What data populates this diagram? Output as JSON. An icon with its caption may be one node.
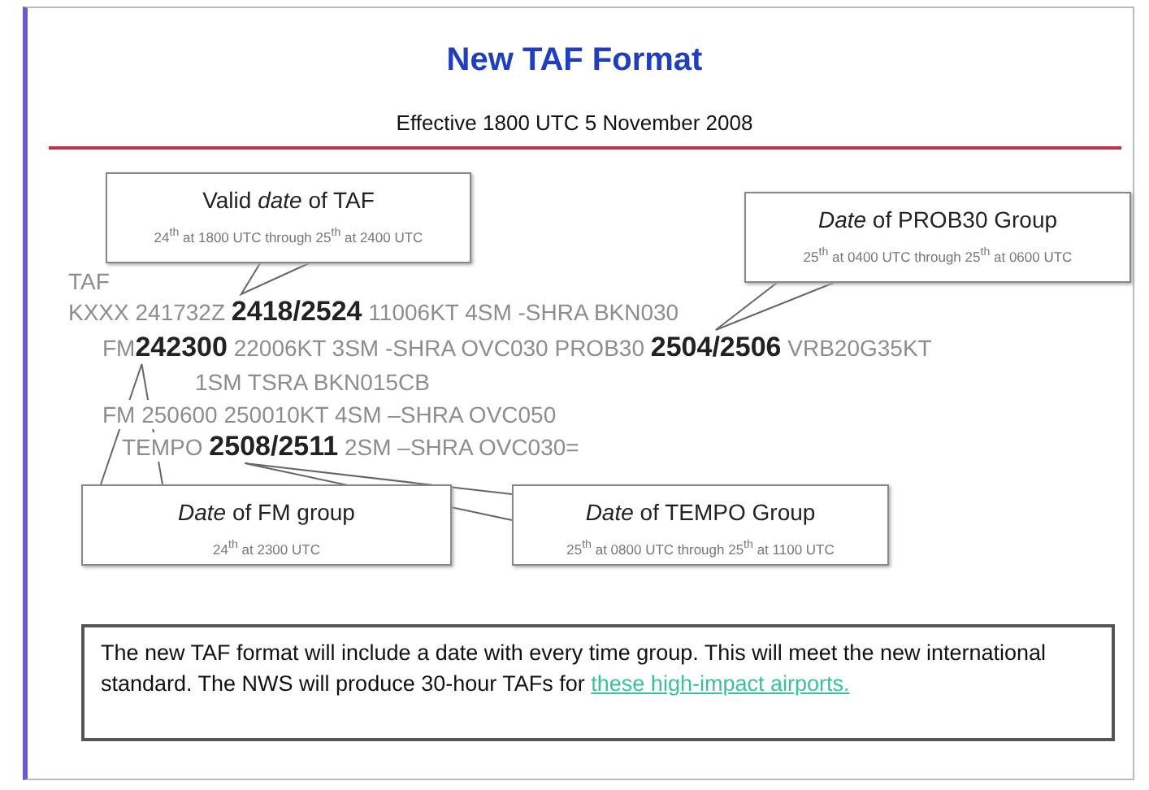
{
  "diagram": {
    "title": "New TAF Format",
    "nodes": [
      {
        "text": [
          "Valid *date* of TAF",
          "24$^{th}$ at 1800 UTC through 25$^{th}$ at 2400 UTC"
        ]
      },
      {
        "text": [
          "*Date* of PROB30 Group",
          "25$^{th}$ at 0400 UTC through 25$^{th}$ at 0600 UTC"
        ]
      },
      {
        "text": [
          "*Date* of FM group",
          "24$^{th}$ at 2300 UTC"
        ]
      },
      {
        "text": [
          "*Date* of TEMPO Group",
          "25$^{th}$ at 0800 UTC through 25$^{th}$ at 1100 UTC"
        ]
      },
      {
        "text": [
          "The new TAF format will include a date with every time group.  This will meet the new international standard.  The NWS will produce 30-hour TAFs for",
          "these high-impact airports."
        ]
      }
    ],
    "edges": [
      {
        "from": 0,
        "to": null,
        "arrow": "none"
      },
      {
        "from": 1,
        "to": null,
        "arrow": "none"
      },
      {
        "from": 2,
        "to": null,
        "arrow": "none"
      },
      {
        "from": 3,
        "to": null,
        "arrow": "none"
      }
    ],
    "labels": [
      "Effective 1800 UTC 5 November 2008",
      "TAF",
      "KXXX 241732Z **2418/2524** 11006KT 4SM -SHRA BKN030",
      "FM**242300** 22006KT 3SM -SHRA OVC030 PROB30 **2504/2506** VRB20G35KT",
      "1SM TSRA BKN015CB",
      "FM 250600 250010KT 4SM –SHRA OVC050",
      "TEMPO **2508/2511** 2SM –SHRA OVC030="
    ]
  }
}
